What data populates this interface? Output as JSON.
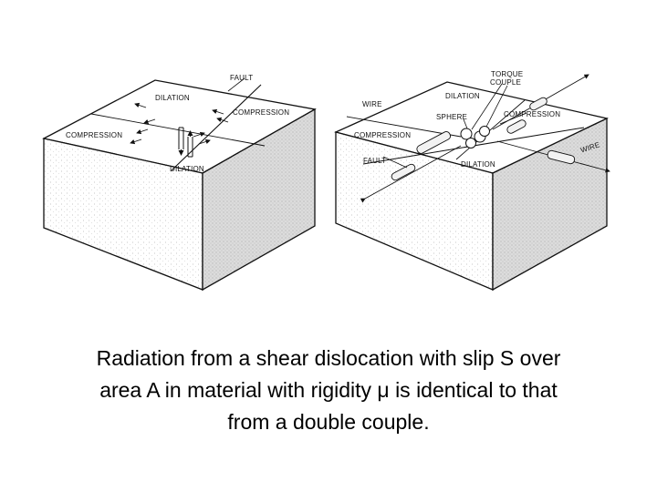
{
  "figure": {
    "left_block": {
      "labels": {
        "fault": "FAULT",
        "dilation_top": "DILATION",
        "compression_right": "COMPRESSION",
        "compression_left": "COMPRESSION",
        "dilation_bottom": "DILATION"
      }
    },
    "right_block": {
      "labels": {
        "torque_line1": "TORQUE",
        "torque_line2": "COUPLE",
        "dilation_top": "DILATION",
        "wire_left": "WIRE",
        "sphere": "SPHERE",
        "compression_right": "COMPRESSION",
        "compression_left": "COMPRESSION",
        "wire_right": "WIRE",
        "fault": "FAULT",
        "dilation_bottom": "DILATION"
      }
    }
  },
  "caption": {
    "line1": "Radiation from a shear dislocation with slip S over",
    "line2": "area A in material with rigidity μ is identical to that",
    "line3": "from a double couple."
  },
  "colors": {
    "ink": "#111111",
    "shade": "#d9d9d9",
    "background": "#ffffff"
  }
}
